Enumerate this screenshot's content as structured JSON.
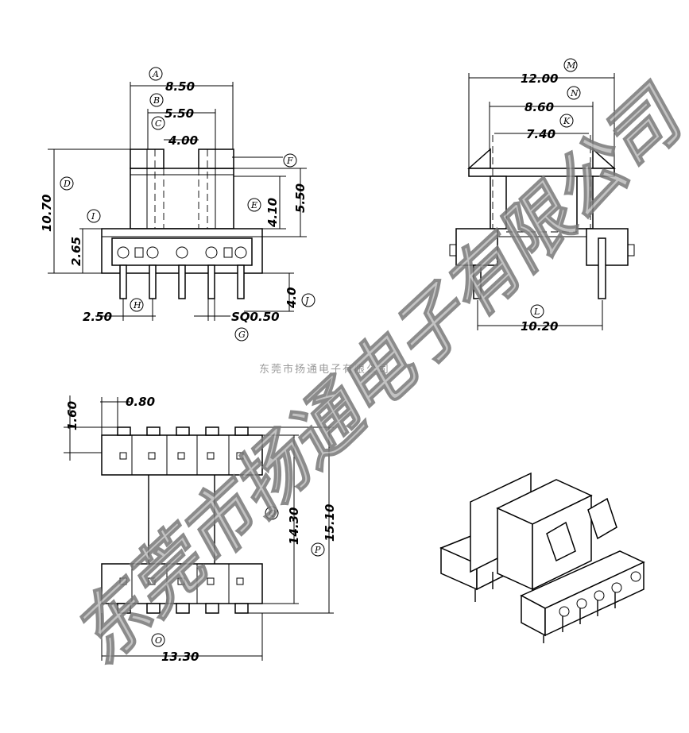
{
  "views": {
    "front": {
      "dims": {
        "A": "8.50",
        "B": "5.50",
        "C": "4.00",
        "D": "10.70",
        "E": "4.10",
        "F": "5.50",
        "I": "2.65",
        "J": "4.0",
        "H": "2.50",
        "G": "SQ0.50"
      },
      "labels": {
        "A": "A",
        "B": "B",
        "C": "C",
        "D": "D",
        "E": "E",
        "F": "F",
        "G": "G",
        "H": "H",
        "I": "I",
        "J": "J"
      }
    },
    "side": {
      "dims": {
        "M": "12.00",
        "N": "8.60",
        "K": "7.40",
        "L": "10.20"
      },
      "labels": {
        "M": "M",
        "N": "N",
        "K": "K",
        "L": "L"
      }
    },
    "bottom": {
      "dims": {
        "top_h": "1.60",
        "top_w": "0.80",
        "Q": "14.30",
        "P": "15.10",
        "O": "13.30"
      },
      "labels": {
        "Q": "Q",
        "P": "P",
        "O": "O"
      }
    }
  },
  "watermark": {
    "small": "东莞市扬通电子有限公司",
    "large": "东莞市扬通电子有限公司"
  }
}
